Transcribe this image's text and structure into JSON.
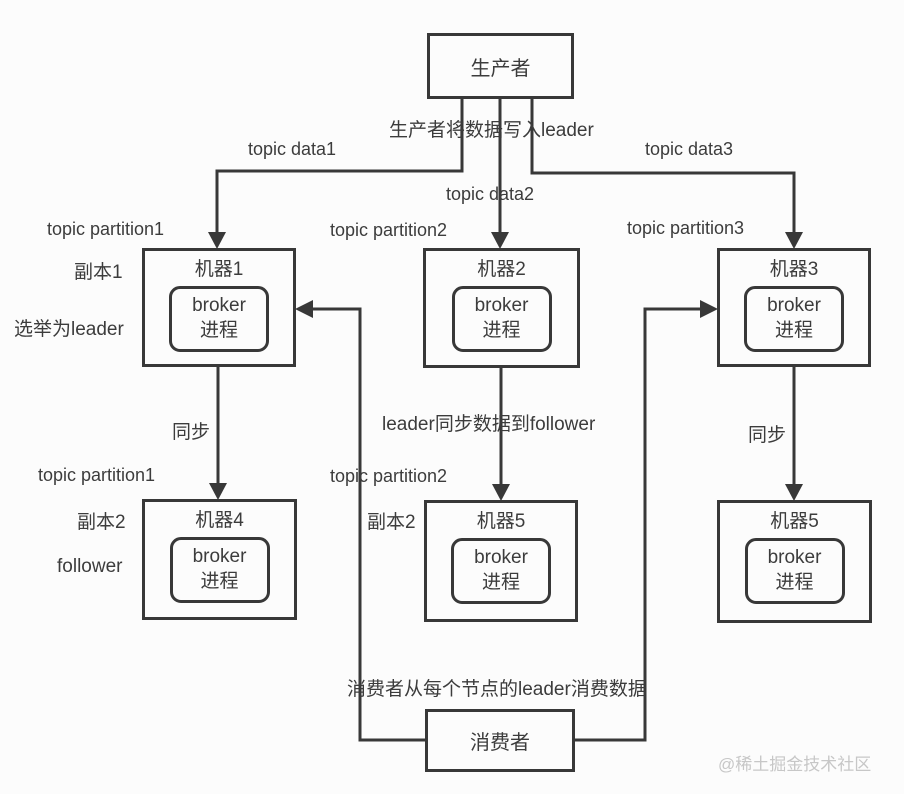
{
  "diagram": {
    "nodes": {
      "producer": {
        "label": "生产者"
      },
      "consumer": {
        "label": "消费者"
      },
      "machine1": {
        "title": "机器1"
      },
      "machine2": {
        "title": "机器2"
      },
      "machine3": {
        "title": "机器3"
      },
      "machine4": {
        "title": "机器4"
      },
      "machine5_mid": {
        "title": "机器5"
      },
      "machine5_right": {
        "title": "机器5"
      }
    },
    "broker": {
      "line1": "broker",
      "line2": "进程"
    },
    "labels": {
      "producer_write": "生产者将数据写入leader",
      "topic_data1": "topic data1",
      "topic_data2": "topic data2",
      "topic_data3": "topic data3",
      "topic_partition1_top": "topic partition1",
      "topic_partition2_top": "topic partition2",
      "topic_partition3_top": "topic partition3",
      "replica1": "副本1",
      "elected_leader": "选举为leader",
      "sync_left": "同步",
      "sync_mid": "leader同步数据到follower",
      "sync_right": "同步",
      "topic_partition1_bottom": "topic partition1",
      "replica2_left": "副本2",
      "follower": "follower",
      "topic_partition2_bottom": "topic partition2",
      "replica2_mid": "副本2",
      "consumer_read": "消费者从每个节点的leader消费数据"
    },
    "watermark": "@稀土掘金技术社区",
    "colors": {
      "stroke": "#383838",
      "text": "#3c3c3c",
      "background": "#fcfcfc",
      "watermark": "#c7c7c7"
    }
  }
}
